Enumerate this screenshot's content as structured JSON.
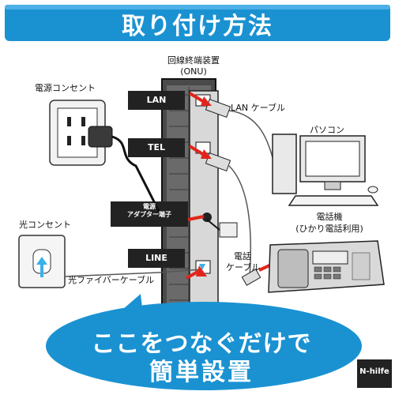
{
  "title": "取り付け方法",
  "device": {
    "name": "回線終端装置",
    "sub": "(ONU)",
    "ports": {
      "lan": "LAN",
      "tel": "TEL",
      "power": "電源\nアダプター端子",
      "line": "LINE"
    }
  },
  "labels": {
    "power_outlet": "電源コンセント",
    "optical_outlet": "光コンセント",
    "lan_cable": "LAN ケーブル",
    "pc": "パソコン",
    "phone": "電話機",
    "phone_sub": "(ひかり電話利用)",
    "phone_cable_1": "電話",
    "phone_cable_2": "ケーブル",
    "fiber_cable": "光ファイバーケーブル"
  },
  "bubble": {
    "line1": "ここをつなぐだけで",
    "line2": "簡単設置"
  },
  "logo": "N-hilfe",
  "colors": {
    "header_bg": "#1a92d2",
    "bubble_bg": "#1a92d2",
    "accent_red": "#e1251b",
    "device_dark": "#3a3a3a",
    "gray_panel": "#e3e3e3"
  }
}
